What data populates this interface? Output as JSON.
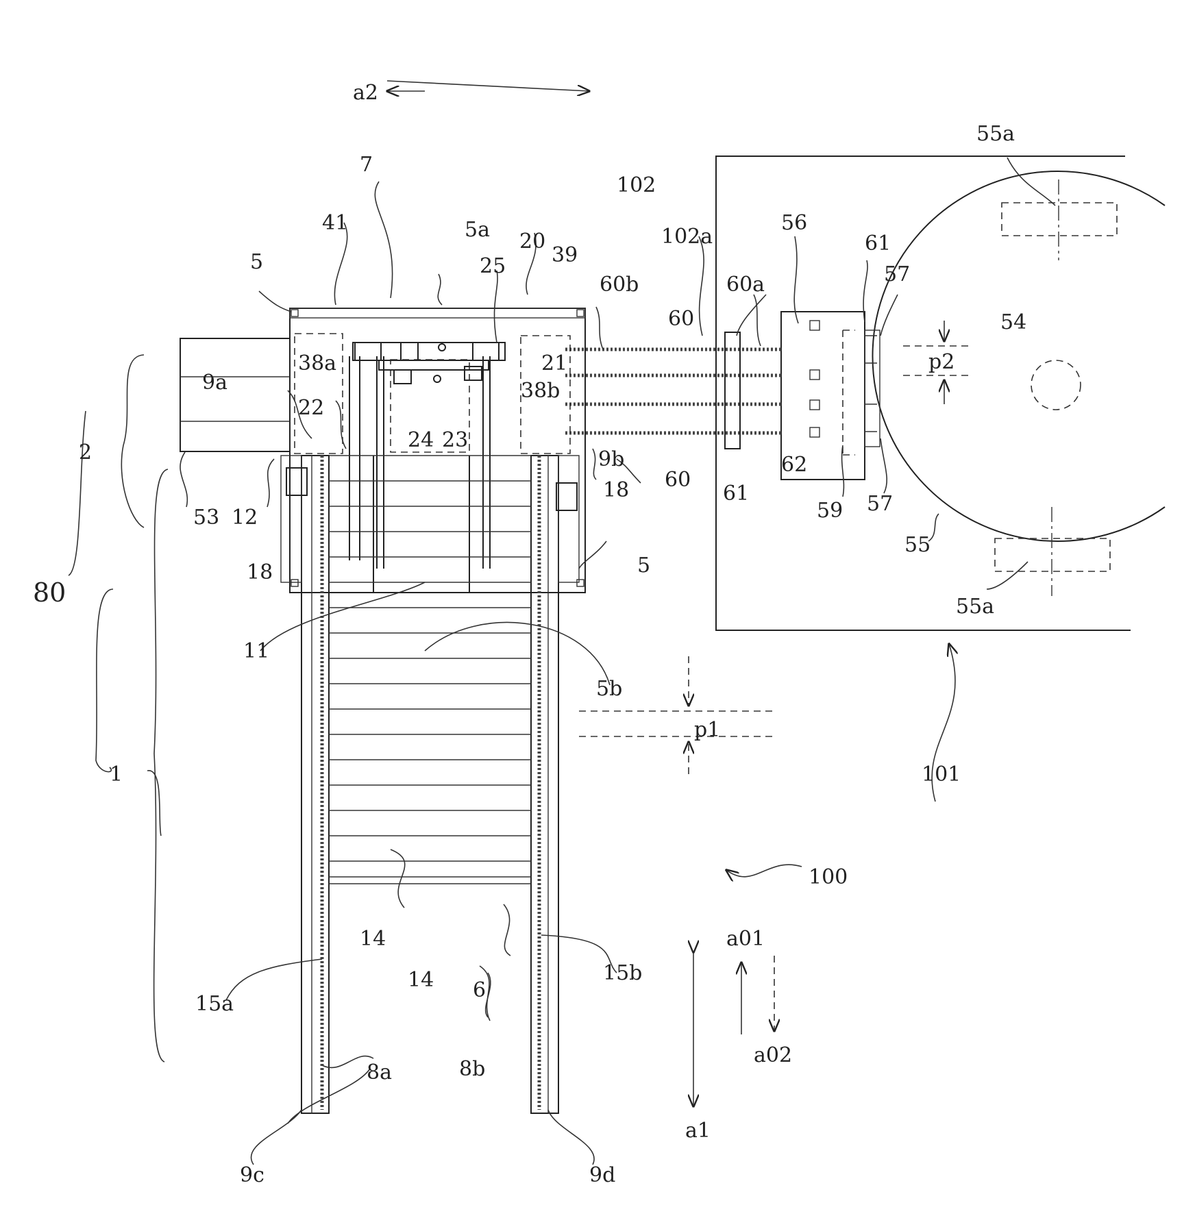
{
  "labels": {
    "a2": "a2",
    "n7": "7",
    "n102": "102",
    "n55a_top": "55a",
    "n55a_bot": "55a",
    "n5_top": "5",
    "n41": "41",
    "n5a": "5a",
    "n20": "20",
    "n39": "39",
    "n25": "25",
    "n102a": "102a",
    "n60b": "60b",
    "n60_top": "60",
    "n60a": "60a",
    "n56": "56",
    "n61_top": "61",
    "n57_top": "57",
    "n54": "54",
    "p2": "p2",
    "n38a": "38a",
    "n9a": "9a",
    "n22": "22",
    "n24": "24",
    "n23": "23",
    "n21": "21",
    "n38b": "38b",
    "n2": "2",
    "n53": "53",
    "n12": "12",
    "n18_left": "18",
    "n18_right": "18",
    "n9b": "9b",
    "n60_mid": "60",
    "n61_mid": "61",
    "n62": "62",
    "n59": "59",
    "n57_bot": "57",
    "n55": "55",
    "n80": "80",
    "n5_right": "5",
    "n11": "11",
    "n5b": "5b",
    "p1": "p1",
    "n1": "1",
    "n101": "101",
    "n100": "100",
    "n14_a": "14",
    "n14_b": "14",
    "n6": "6",
    "n15a": "15a",
    "n15b": "15b",
    "a01": "a01",
    "a02": "a02",
    "n8a": "8a",
    "n8b": "8b",
    "a1": "a1",
    "n9c": "9c",
    "n9d": "9d"
  }
}
